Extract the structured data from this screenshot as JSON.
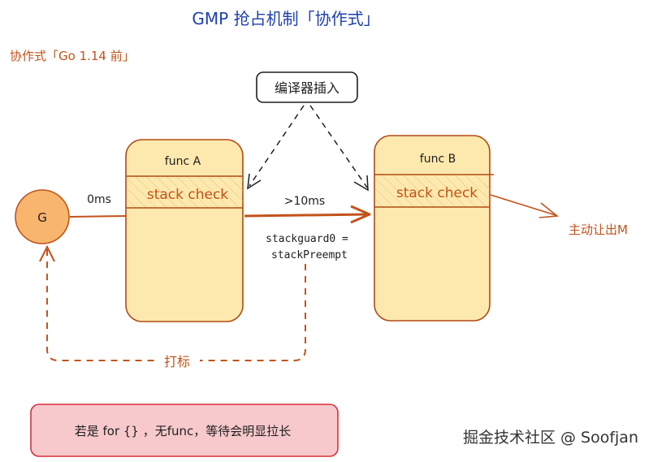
{
  "title": "GMP 抢占机制「协作式」",
  "subtitle": "协作式「Go 1.14 前」",
  "compiler_label": "编译器插入",
  "g_label": "G",
  "func_a": {
    "title": "func A",
    "check": "stack check"
  },
  "func_b": {
    "title": "func B",
    "check": "stack check"
  },
  "edge_0ms": "0ms",
  "edge_10ms": ">10ms",
  "stackguard_line1": "stackguard0 =",
  "stackguard_line2": "stackPreempt",
  "mark_label": "打标",
  "yield_label": "主动让出M",
  "note": "若是 for {} ，无func，等待会明显拉长",
  "watermark": "掘金技术社区 @ Soofjan",
  "colors": {
    "title": "#1e40af",
    "accent": "#c2531a",
    "func_fill": "#fde9ae",
    "func_stroke": "#b24a14",
    "g_fill": "#f7b56e",
    "note_fill": "#f8c9cc",
    "note_stroke": "#d9303a",
    "ink": "#1e1e1e"
  }
}
